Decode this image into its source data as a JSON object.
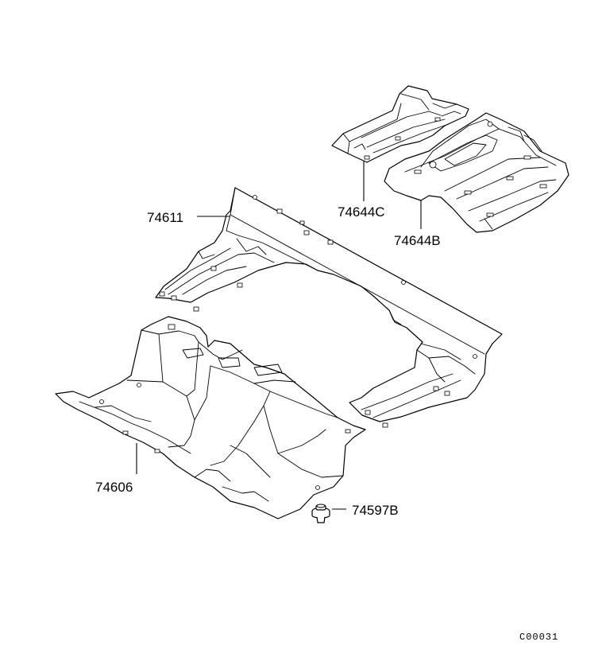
{
  "callouts": {
    "p74611": "74611",
    "p74644c": "74644C",
    "p74644b": "74644B",
    "p74606": "74606",
    "p74597b": "74597B"
  },
  "footer": {
    "code": "C00031"
  },
  "colors": {
    "ink": "#000000",
    "background": "#ffffff"
  }
}
